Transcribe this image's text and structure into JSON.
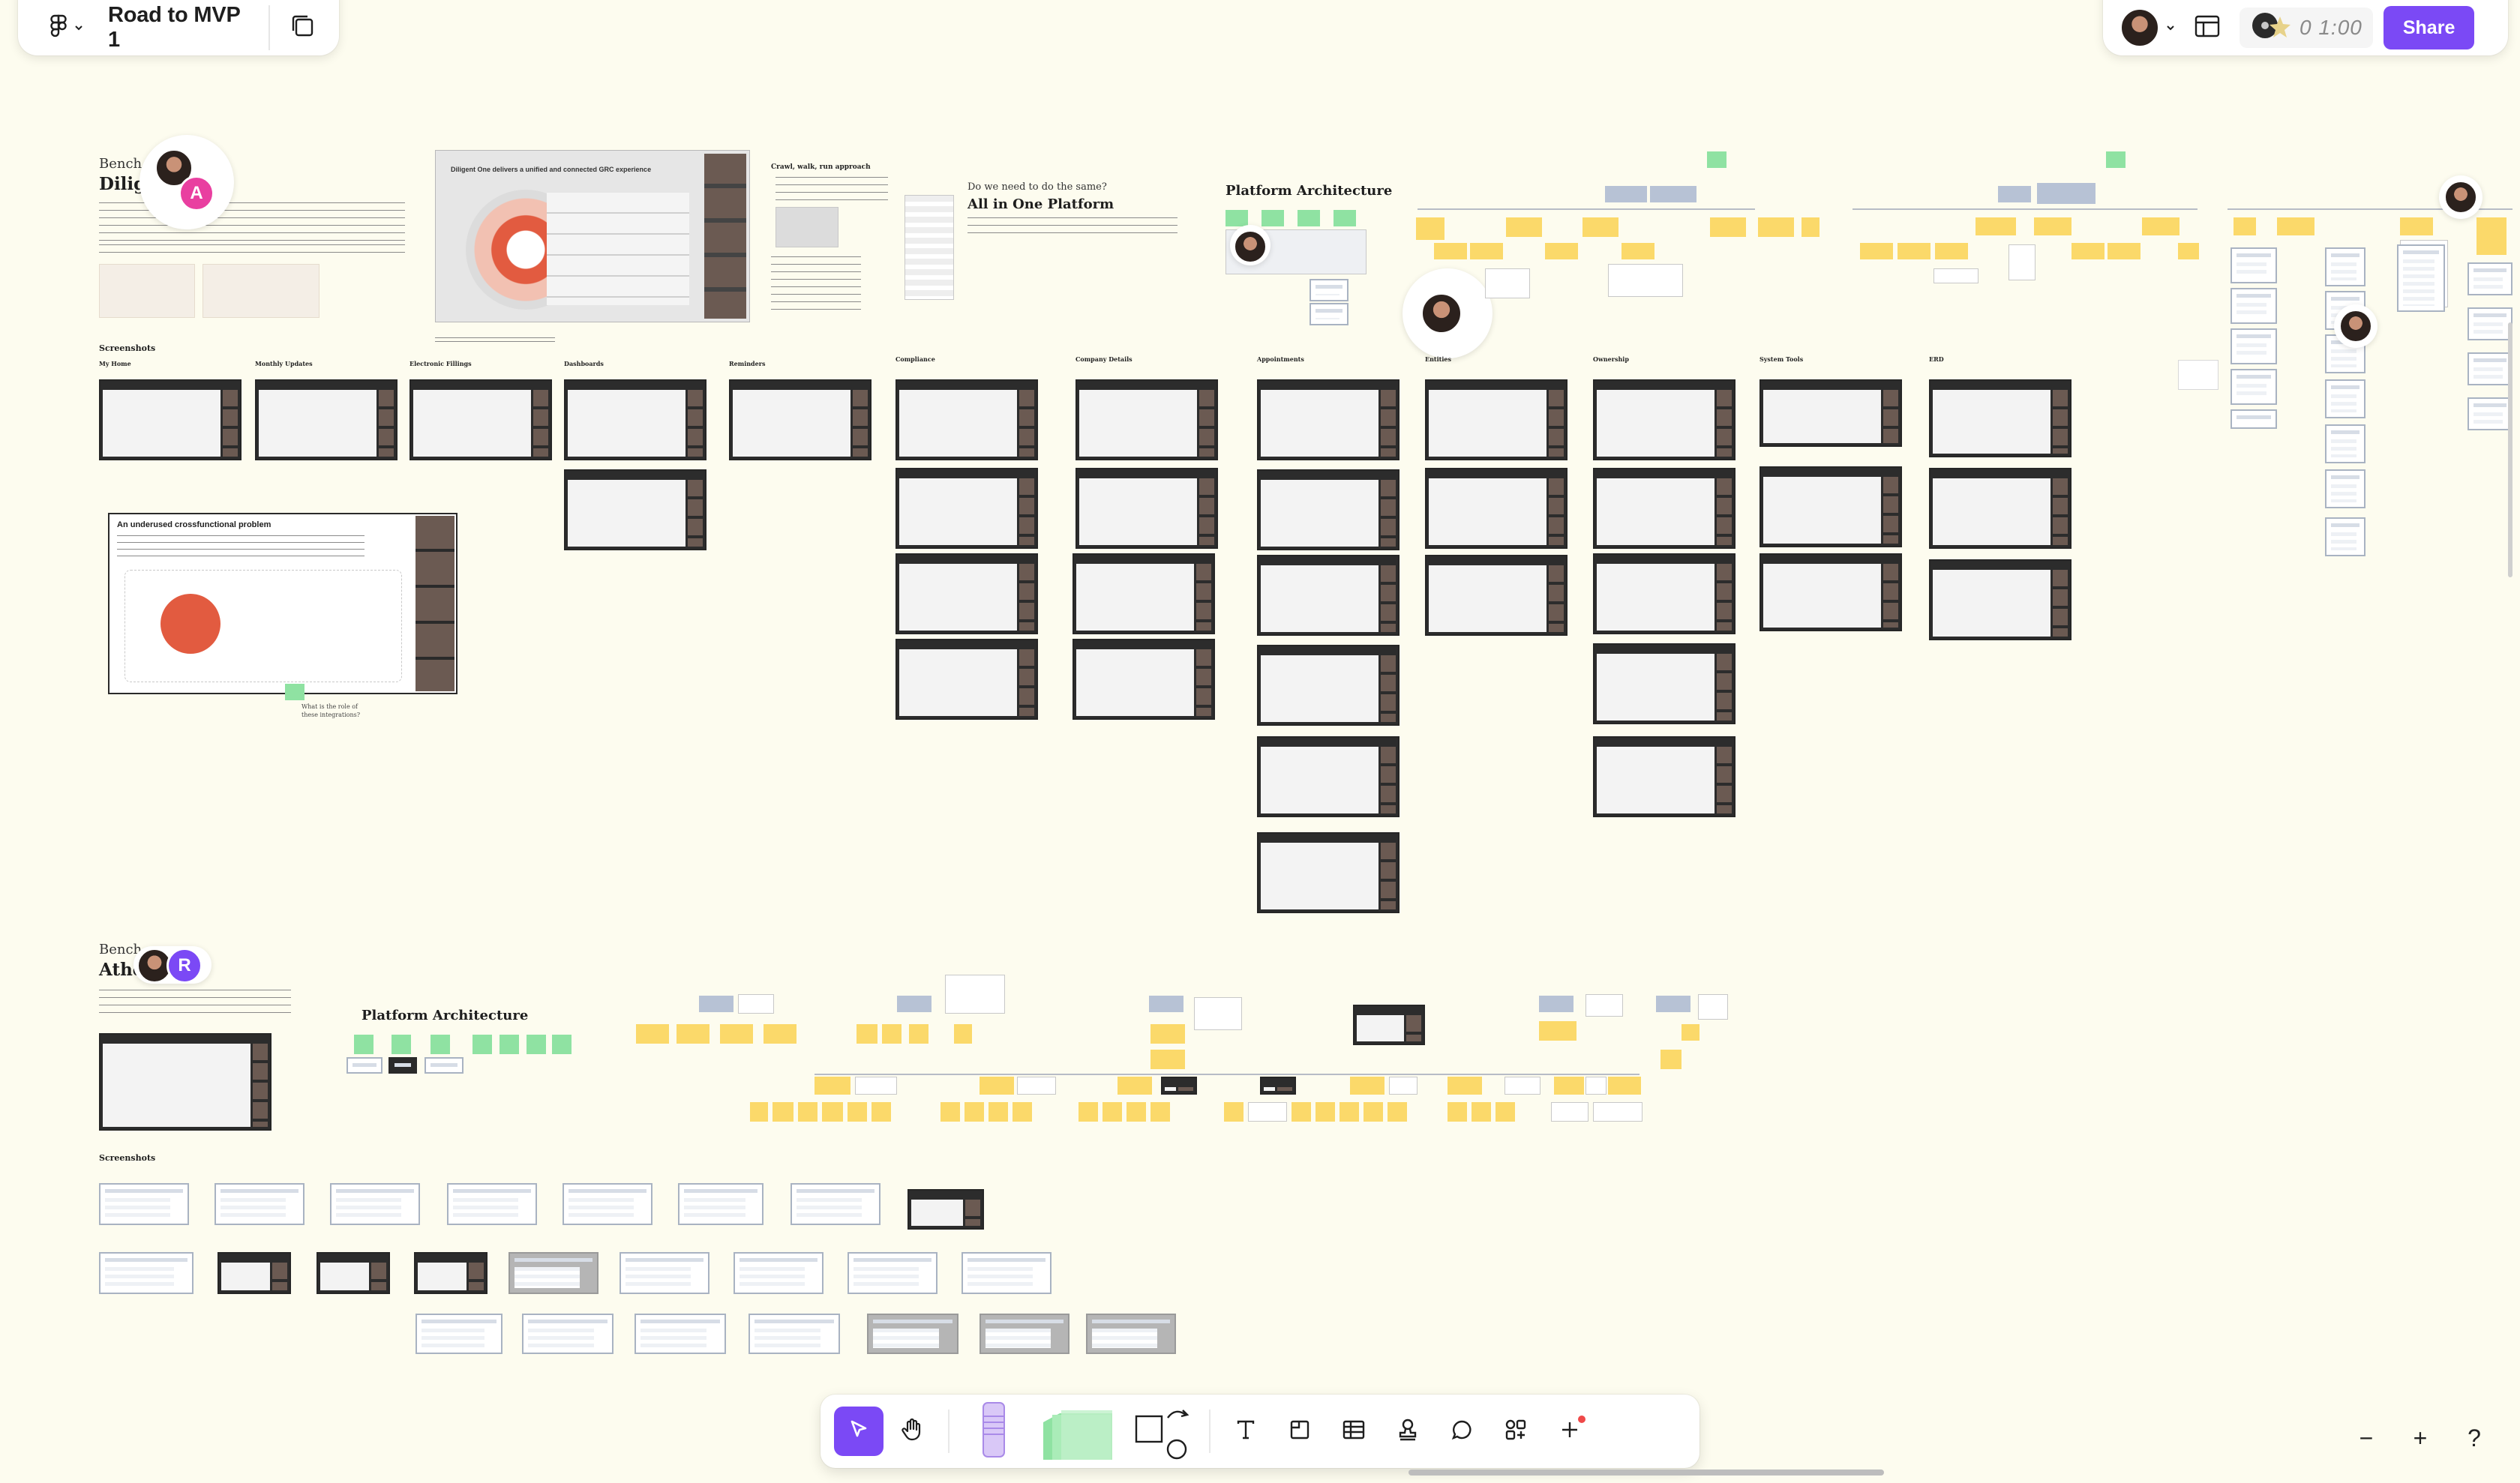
{
  "file": {
    "title": "Road to MVP 1"
  },
  "header": {
    "timer": "0 1:00",
    "share_label": "Share"
  },
  "canvas": {
    "bench1": {
      "label": "Bench",
      "title": "Dilig"
    },
    "bench2": {
      "label": "Bench",
      "title": "Athe"
    },
    "arch1_title": "Platform Architecture",
    "arch2_title": "Platform Architecture",
    "screenshots1": "Screenshots",
    "screenshots2": "Screenshots",
    "allinone_q": "Do we need to do the same?",
    "allinone_title": "All in One Platform",
    "crawl_title": "Crawl, walk, run approach",
    "problem_title": "An underused crossfunctional problem",
    "diligent_one_title": "Diligent One delivers a unified and connected GRC experience",
    "note_integrations": "What is the role of these integrations?",
    "col_labels": [
      "My Home",
      "Monthly Updates",
      "Electronic Fillings",
      "Dashboards",
      "Reminders",
      "Compliance",
      "Company Details",
      "Appointments",
      "Entities",
      "Ownership",
      "System Tools",
      "ERD"
    ],
    "badge_a": "A",
    "badge_r": "R"
  },
  "toolbar": {
    "tools": [
      "move-tool",
      "hand-tool",
      "marker-tool",
      "sticky-tool",
      "shape-tool",
      "connector-tool",
      "text-tool",
      "section-tool",
      "table-tool",
      "stamp-tool",
      "comment-tool",
      "widgets-tool",
      "more-tool"
    ]
  },
  "zoom": {
    "minus": "−",
    "plus": "+",
    "help": "?"
  }
}
